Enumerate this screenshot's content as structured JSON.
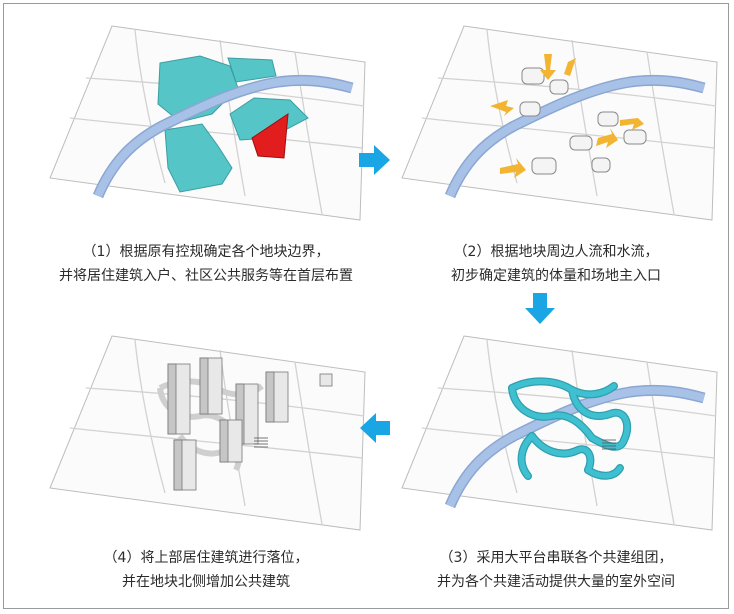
{
  "steps": [
    {
      "line1": "（1）根据原有控规确定各个地块边界，",
      "line2": "并将居住建筑入户、社区公共服务等在首层布置"
    },
    {
      "line1": "（2）根据地块周边人流和水流，",
      "line2": "初步确定建筑的体量和场地主入口"
    },
    {
      "line1": "（3）采用大平台串联各个共建组团，",
      "line2": "并为各个共建活动提供大量的室外空间"
    },
    {
      "line1": "（4）将上部居住建筑进行落位，",
      "line2": "并在地块北侧增加公共建筑"
    }
  ],
  "colors": {
    "parcel": "#55c5c7",
    "highlight": "#e11d1d",
    "river": "#a8c1e6",
    "arrow_flow": "#f2b431",
    "arrow_step": "#1aa6e4",
    "platform": "#3ec0d0"
  }
}
